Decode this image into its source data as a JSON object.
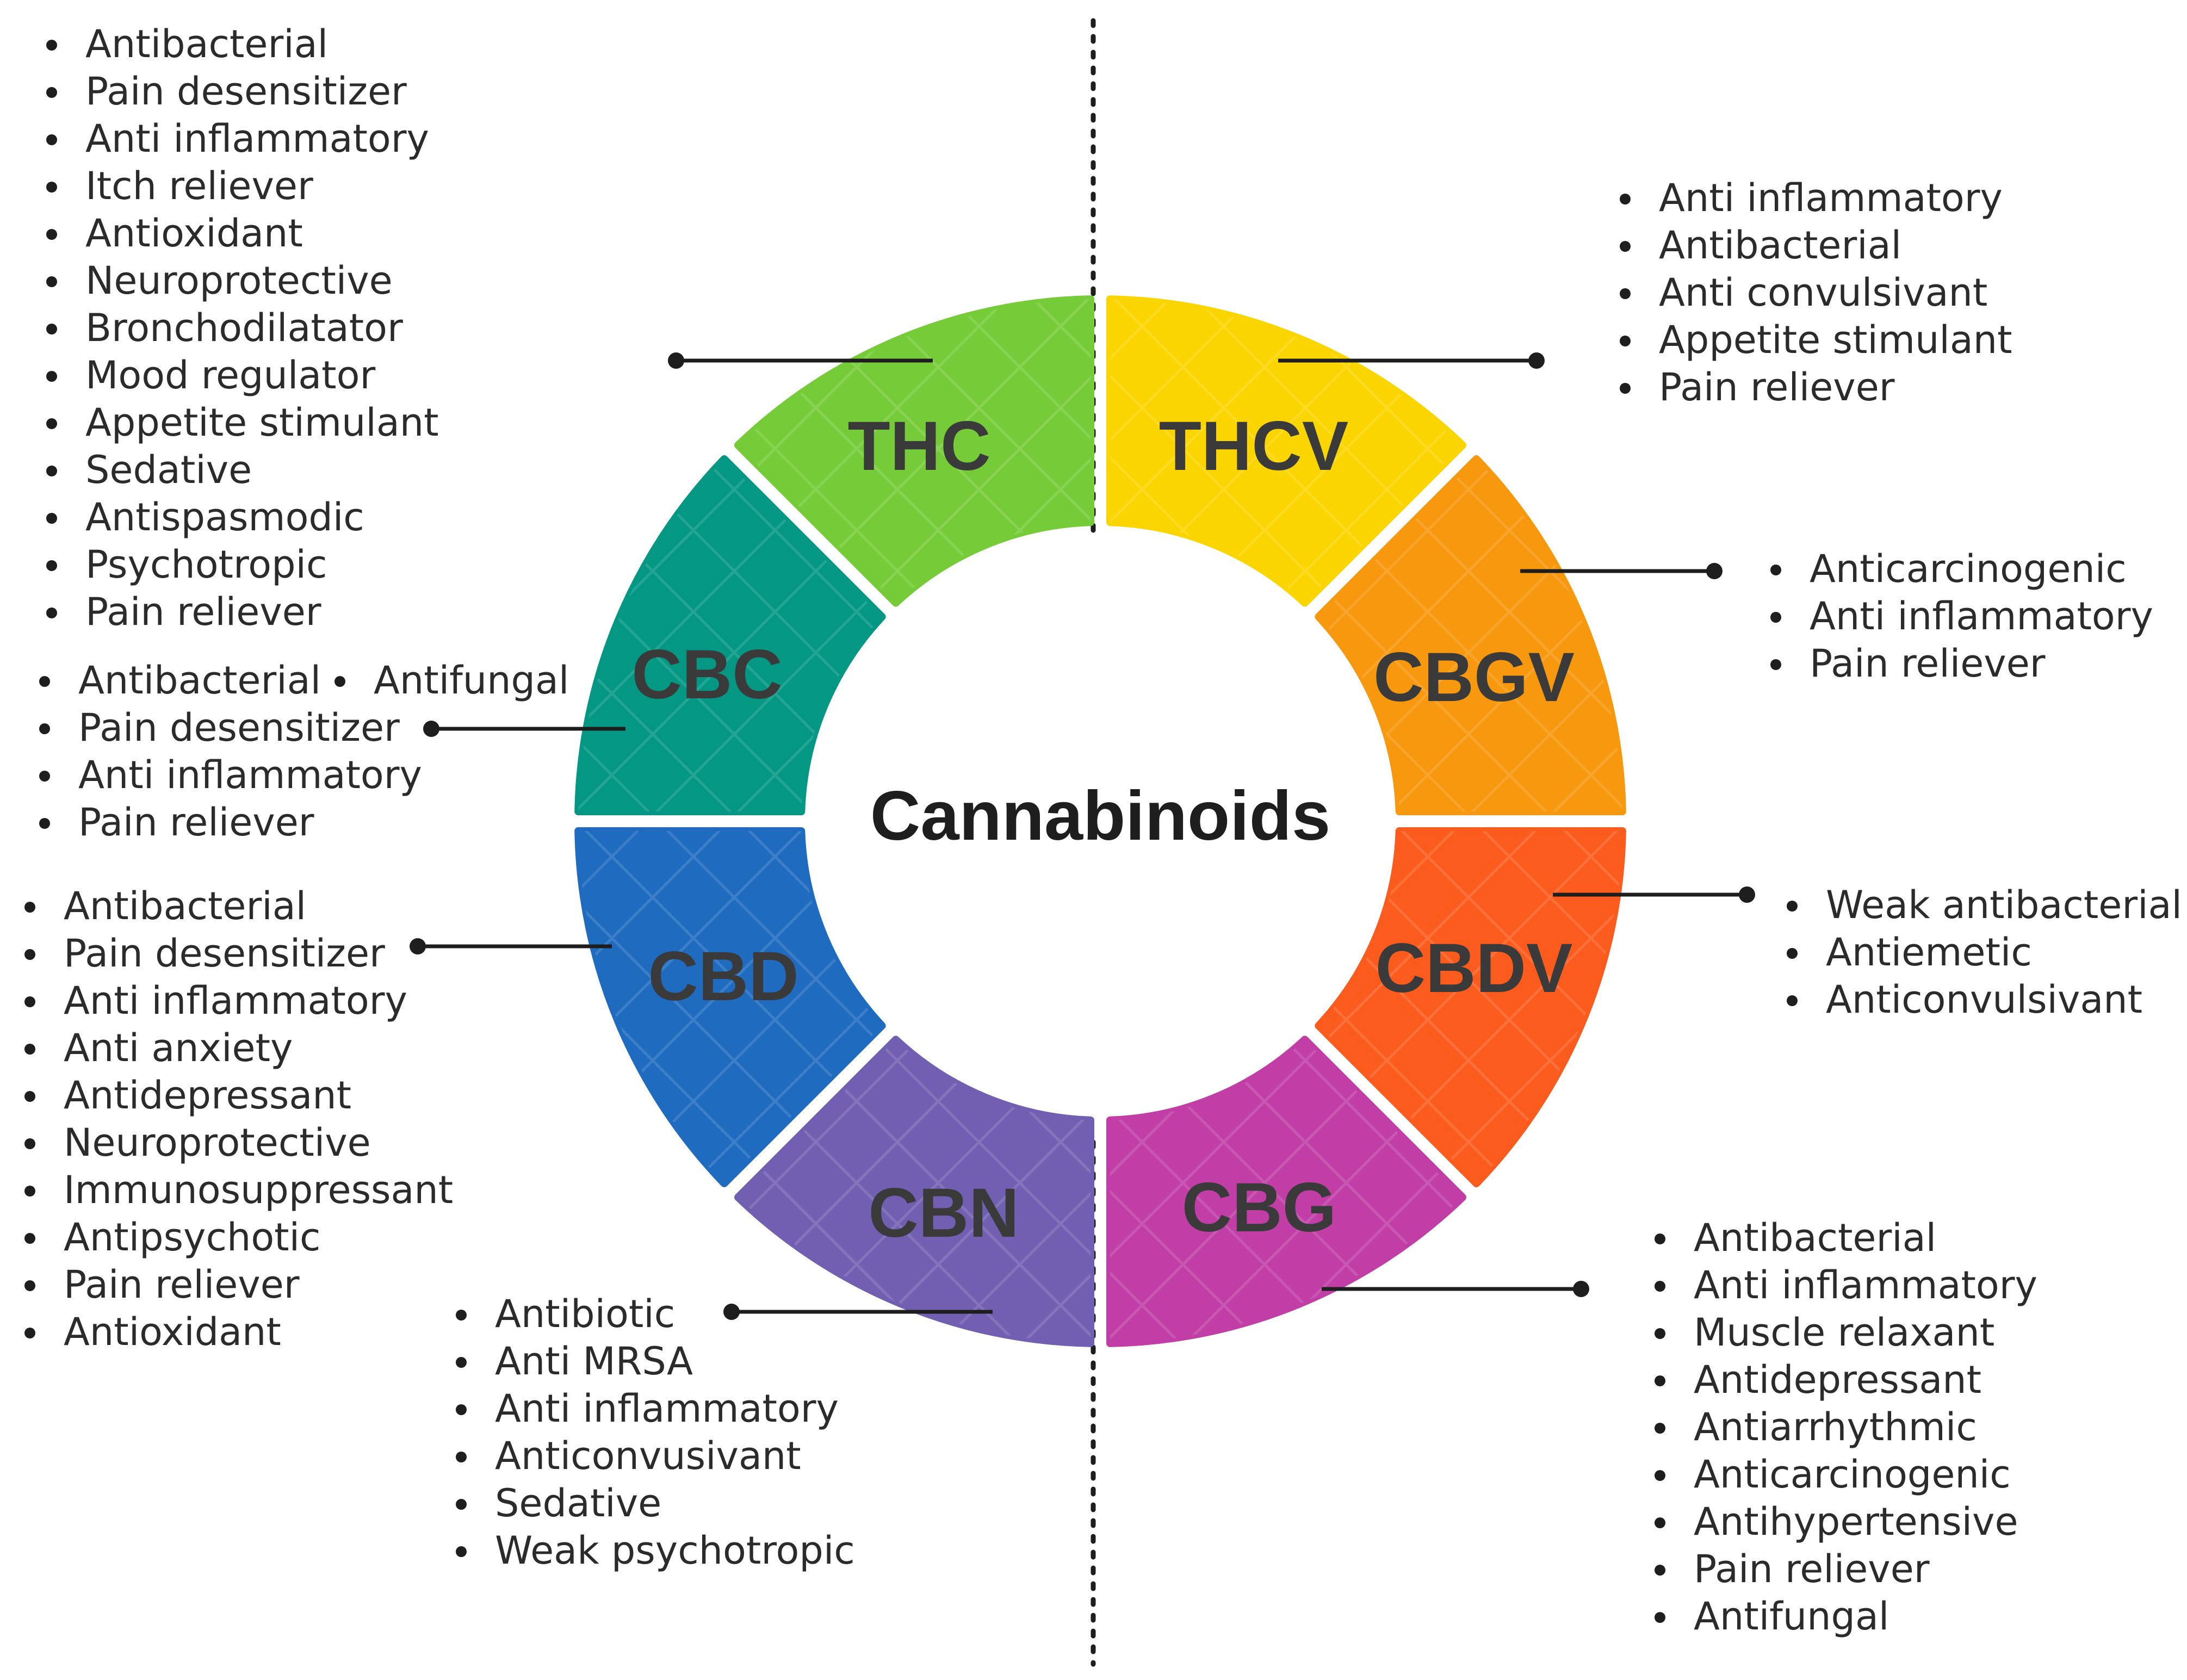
{
  "title": "Cannabinoids",
  "segments": [
    {
      "id": "thc",
      "label": "THC",
      "color": "#76cc38",
      "items": [
        "Antibacterial",
        "Pain desensitizer",
        "Anti inflammatory",
        "Itch reliever",
        "Antioxidant",
        "Neuroprotective",
        "Bronchodilatator",
        "Mood regulator",
        "Appetite stimulant",
        "Sedative",
        "Antispasmodic",
        "Psychotropic",
        "Pain reliever"
      ]
    },
    {
      "id": "thcv",
      "label": "THCV",
      "color": "#fbd500",
      "items": [
        "Anti inflammatory",
        "Antibacterial",
        "Anti convulsivant",
        "Appetite stimulant",
        "Pain reliever"
      ]
    },
    {
      "id": "cbgv",
      "label": "CBGV",
      "color": "#f7980e",
      "items": [
        "Anticarcinogenic",
        "Anti inflammatory",
        "Pain reliever"
      ]
    },
    {
      "id": "cbdv",
      "label": "CBDV",
      "color": "#fb5b1c",
      "items": [
        "Weak antibacterial",
        "Antiemetic",
        "Anticonvulsivant"
      ]
    },
    {
      "id": "cbg",
      "label": "CBG",
      "color": "#c03ea6",
      "items": [
        "Antibacterial",
        "Anti inflammatory",
        "Muscle relaxant",
        "Antidepressant",
        "Antiarrhythmic",
        "Anticarcinogenic",
        "Antihypertensive",
        "Pain reliever",
        "Antifungal"
      ]
    },
    {
      "id": "cbn",
      "label": "CBN",
      "color": "#7160b2",
      "items": [
        "Antibiotic",
        "Anti MRSA",
        "Anti inflammatory",
        "Anticonvusivant",
        "Sedative",
        "Weak psychotropic"
      ]
    },
    {
      "id": "cbd",
      "label": "CBD",
      "color": "#1f6bc0",
      "items": [
        "Antibacterial",
        "Pain desensitizer",
        "Anti inflammatory",
        "Anti anxiety",
        "Antidepressant",
        "Neuroprotective",
        "Immunosuppressant",
        "Antipsychotic",
        "Pain reliever",
        "Antioxidant"
      ]
    },
    {
      "id": "cbc",
      "label": "CBC",
      "color": "#049884",
      "items": [
        "Antibacterial",
        "Antifungal",
        "Pain desensitizer",
        "Anti inflammatory",
        "Pain reliever"
      ]
    }
  ]
}
